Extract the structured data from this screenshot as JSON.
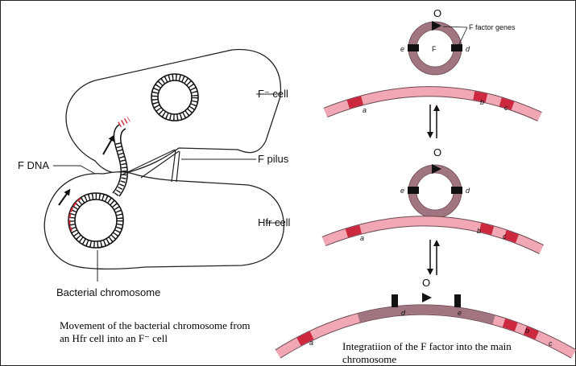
{
  "left_panel": {
    "labels": {
      "f_minus_cell": "F⁻ cell",
      "f_dna": "F DNA",
      "f_pilus": "F pilus",
      "hfr_cell": "Hfr cell",
      "bacterial_chromosome": "Bacterial chromosome"
    },
    "caption": "Movement of the bacterial chromosome from an Hfr cell into an F⁻ cell"
  },
  "right_panel": {
    "plasmid_labels": {
      "origin": "O",
      "f_factor_genes": "F factor genes",
      "center": "F",
      "gene_e": "e",
      "gene_d": "d"
    },
    "chromosome_genes": [
      "a",
      "b",
      "c"
    ],
    "caption": "Integratiion of the F factor into the main chromosome"
  },
  "colors": {
    "plasmid": "#a1757f",
    "chromosome": "#f2a8b4",
    "gene_band": "#cc2840",
    "marker": "#111111",
    "transferred_dna": "#d22a36"
  },
  "icons": [
    "arrow-up-right-icon",
    "equilibrium-arrows-icon",
    "origin-arrowhead-icon"
  ]
}
